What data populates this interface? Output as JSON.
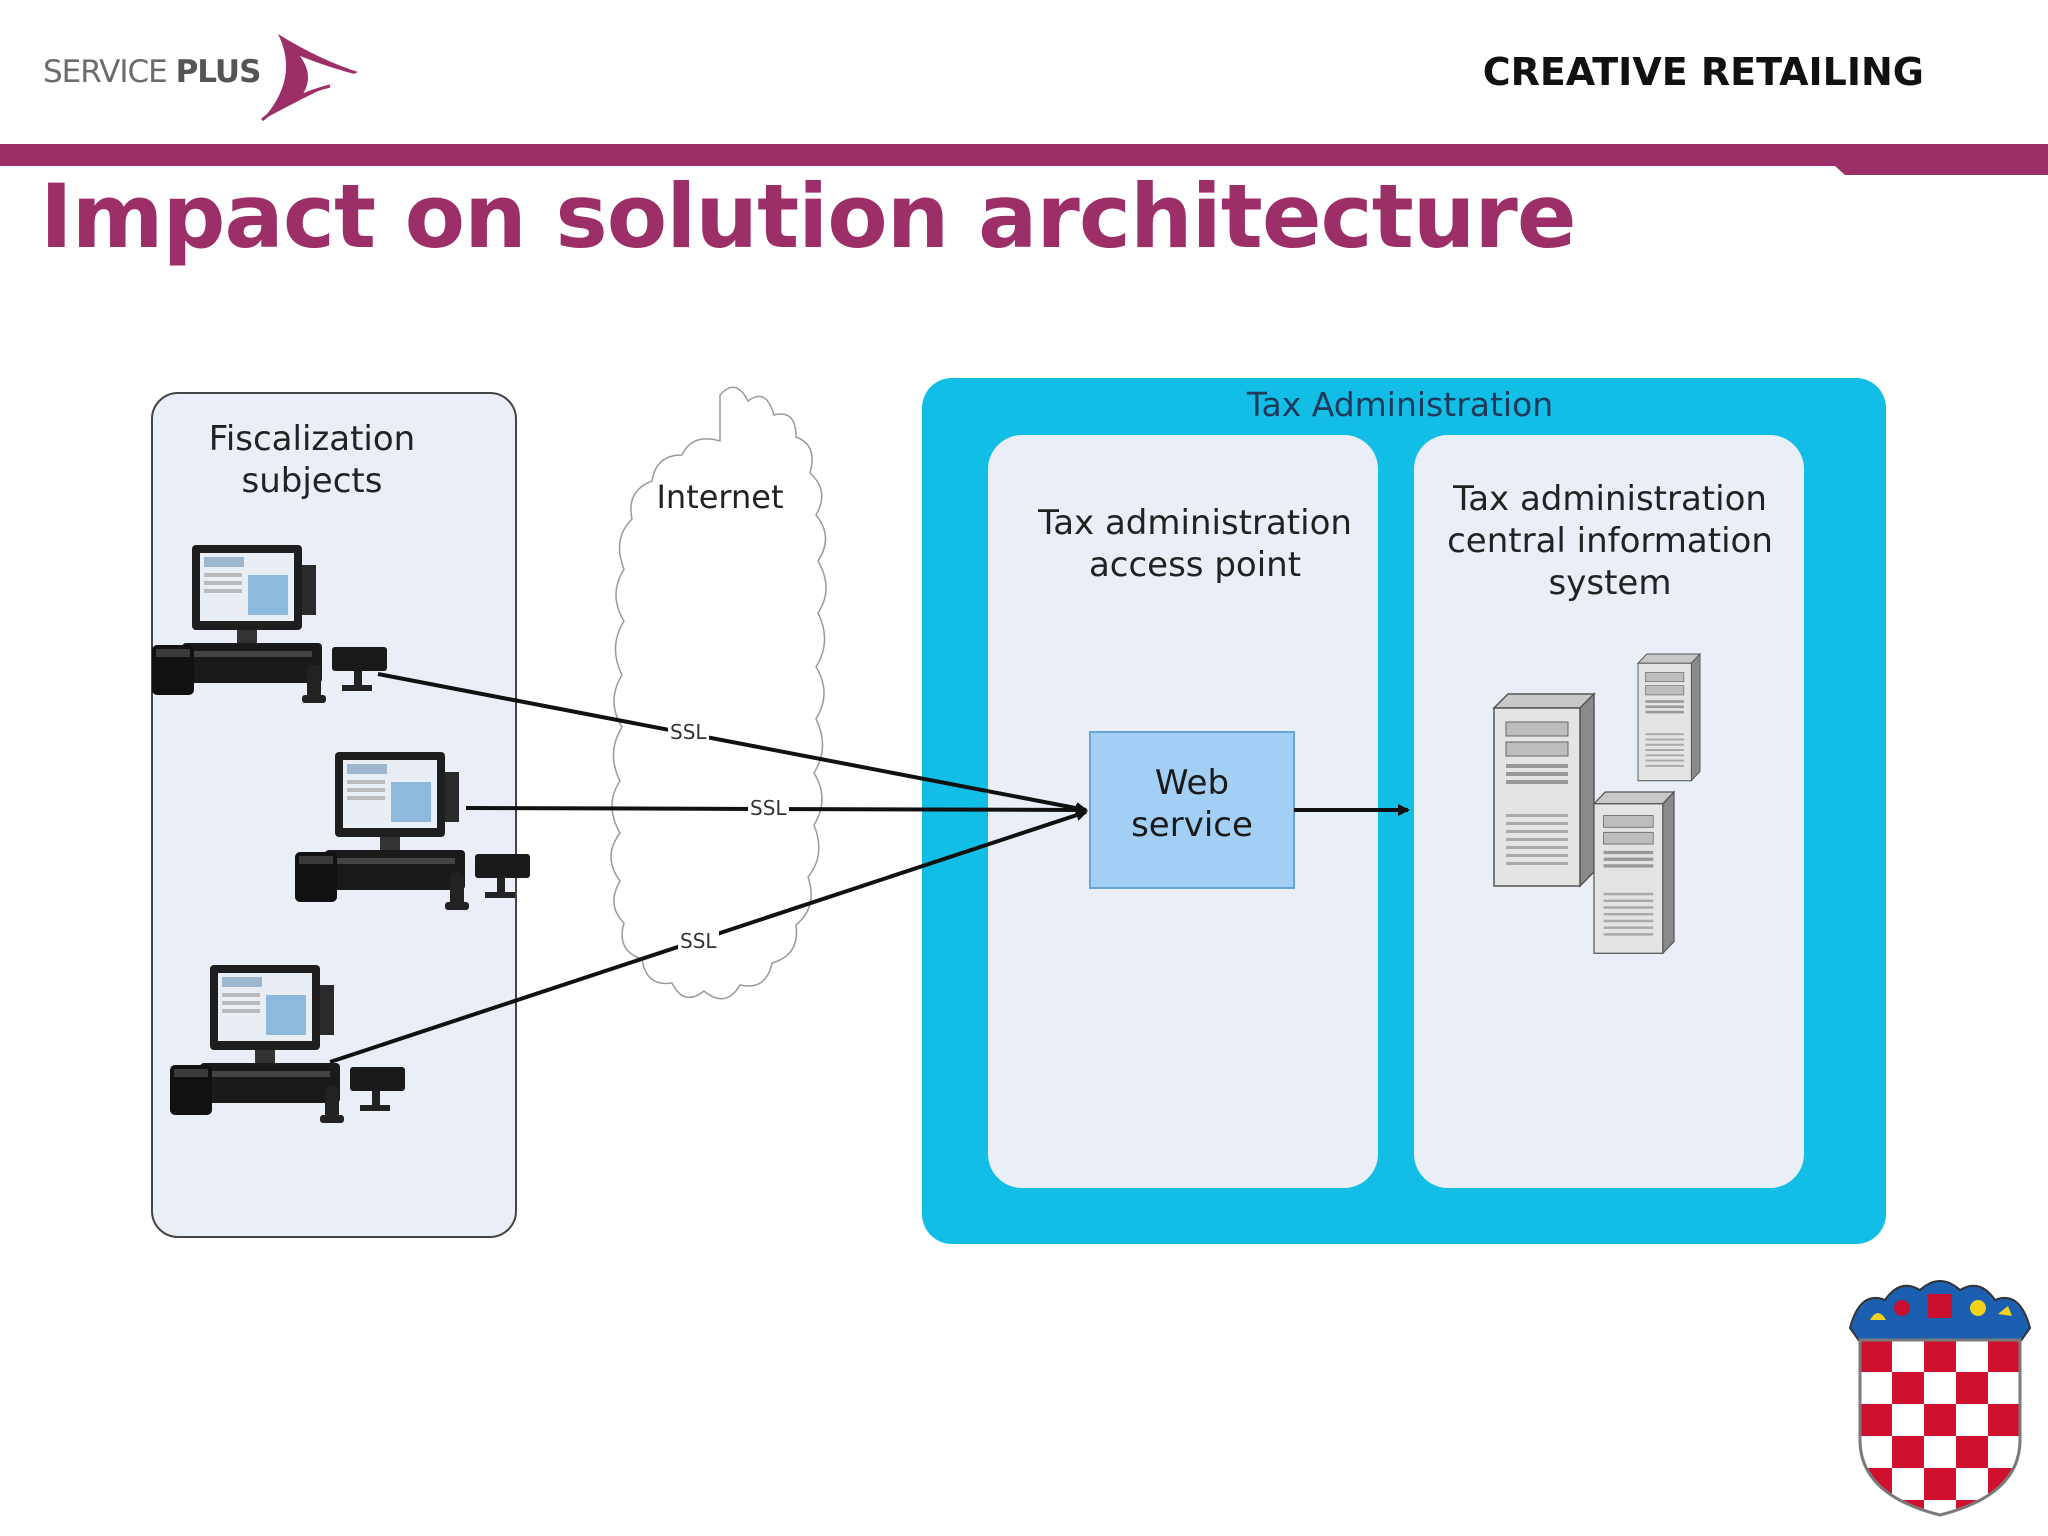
{
  "header": {
    "logo_word1": "SERVICE",
    "logo_word2": "PLUS",
    "tagline": "CREATIVE RETAILING"
  },
  "title": "Impact on solution architecture",
  "diagram": {
    "fiscalization_subjects": "Fiscalization subjects",
    "internet": "Internet",
    "tax_administration": "Tax Administration",
    "access_point": "Tax administration access point",
    "central_system": "Tax administration central information system",
    "web_service": "Web service",
    "ssl_labels": [
      "SSL",
      "SSL",
      "SSL"
    ]
  },
  "colors": {
    "brand": "#9c2e68",
    "tax_admin_bg": "#12bde6",
    "panel_bg": "#e9eef7",
    "web_service_bg": "#a3cff5"
  }
}
